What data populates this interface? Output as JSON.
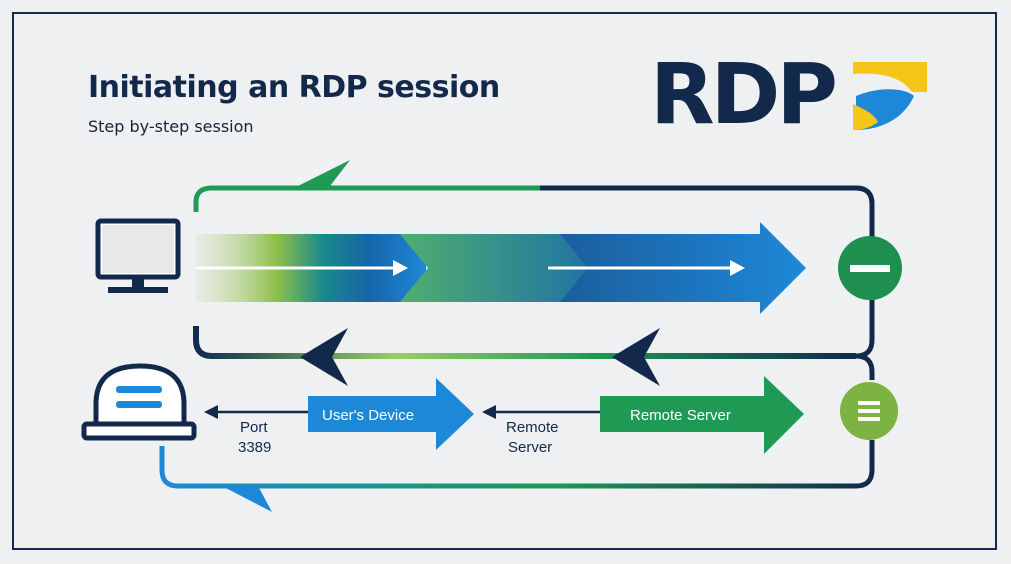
{
  "header": {
    "title": "Initiating an RDP session",
    "subtitle": "Step by-step session"
  },
  "logo": {
    "text": "RDP",
    "icon": "rdp-swoosh-logo"
  },
  "flow_labels": {
    "users_device": "User's Device",
    "remote_server_arrow": "Remote Server",
    "port_line1": "Port",
    "port_line2": "3389",
    "remote_line1": "Remote",
    "remote_line2": "Server"
  },
  "icons": {
    "client": "monitor-icon",
    "server": "server-icon",
    "status_top": "minus-circle-icon",
    "status_bottom": "menu-circle-icon"
  },
  "colors": {
    "navy": "#13294b",
    "green": "#1e9a55",
    "lime": "#7cb342",
    "blue": "#1e88d8",
    "yellow": "#f5c518"
  }
}
